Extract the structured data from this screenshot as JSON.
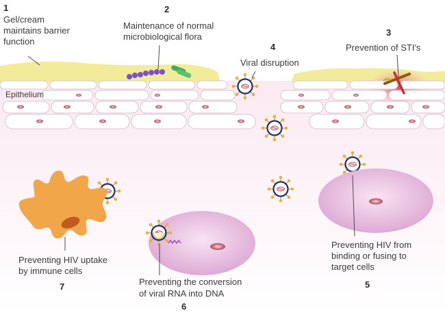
{
  "labels": {
    "l1": {
      "number": "1",
      "line1": "Gel/cream",
      "line2": "maintains barrier",
      "line3": "function"
    },
    "l2": {
      "number": "2",
      "line1": "Maintenance of normal",
      "line2": "microbiological flora"
    },
    "l3": {
      "number": "3",
      "line1": "Prevention of STI's"
    },
    "l4": {
      "number": "4",
      "line1": "Viral disruption"
    },
    "l5": {
      "number": "5",
      "line1": "Preventing HIV from",
      "line2": "binding or fusing to",
      "line3": "target cells"
    },
    "l6": {
      "number": "6",
      "line1": "Preventing the conversion",
      "line2": "of viral RNA into DNA"
    },
    "l7": {
      "number": "7",
      "line1": "Preventing HIV uptake",
      "line2": "by immune cells"
    },
    "epithelium": "Epithelium"
  },
  "colors": {
    "gel": "#f2ec9a",
    "tissue": "#fbeaf3",
    "cell_fill": "#ffffff",
    "cell_stroke": "#d8c4cf",
    "nucleus": "#b24858",
    "target_cell": "#e7b8dc",
    "immune_cell": "#f2a64a",
    "virus_ring": "#1f2f6a",
    "virus_spike": "#e3b53a",
    "sti_red": "#e23a3a",
    "flora_purple": "#7a53c4",
    "flora_green": "#3fae58"
  }
}
